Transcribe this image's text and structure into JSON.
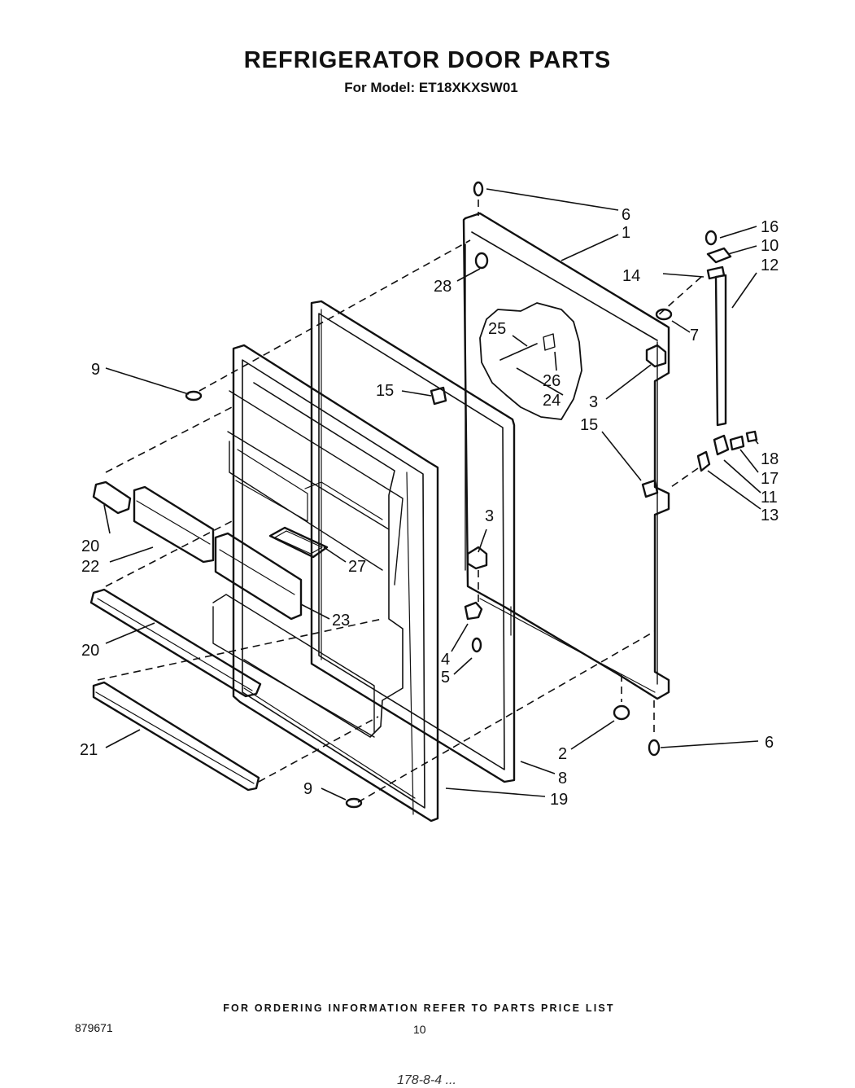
{
  "header": {
    "title": "REFRIGERATOR DOOR PARTS",
    "subtitle": "For Model: ET18XKXSW01"
  },
  "footer": {
    "ordering_note": "FOR ORDERING INFORMATION REFER TO PARTS PRICE LIST",
    "document_number": "879671",
    "page_number": "10",
    "handwriting": "178-8-4 ..."
  },
  "callouts": [
    "6",
    "1",
    "28",
    "16",
    "10",
    "14",
    "12",
    "7",
    "25",
    "26",
    "24",
    "15",
    "3",
    "15",
    "18",
    "17",
    "11",
    "13",
    "9",
    "20",
    "22",
    "27",
    "3",
    "23",
    "20",
    "4",
    "5",
    "2",
    "6",
    "21",
    "8",
    "9",
    "19"
  ]
}
